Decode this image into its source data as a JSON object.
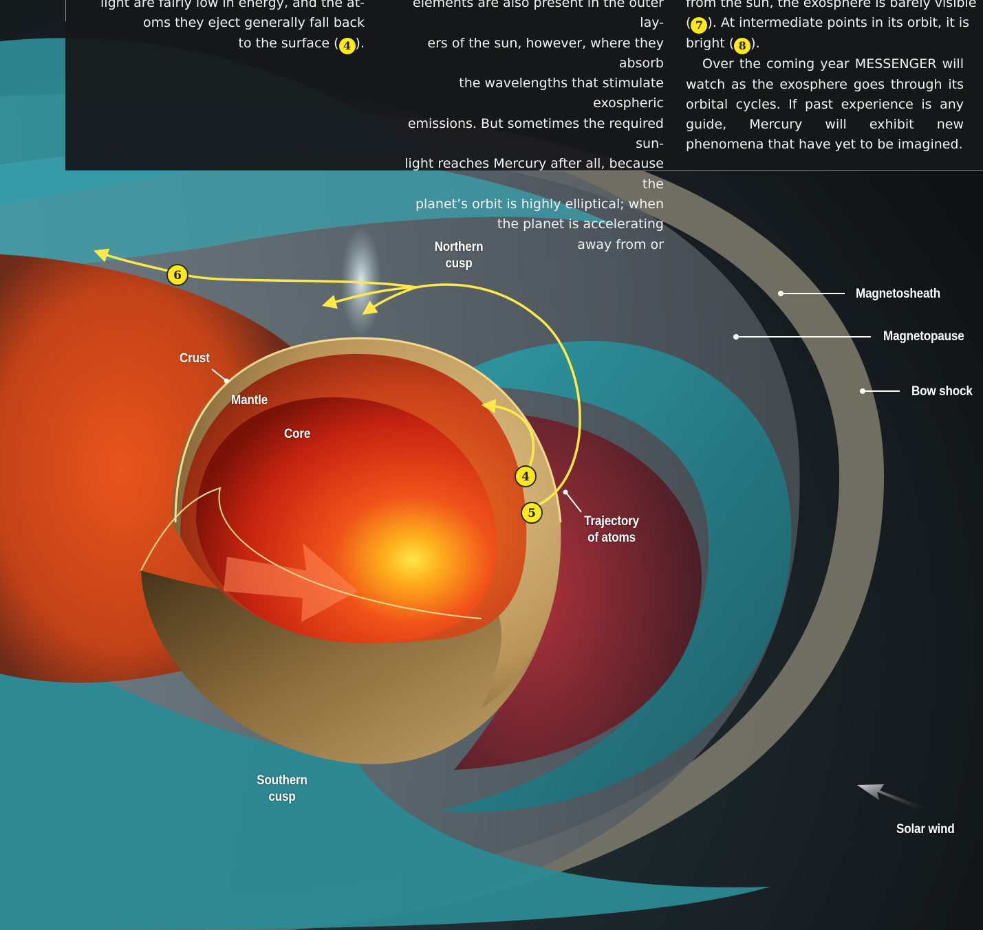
{
  "article": {
    "col1_top": "light are fairly low in energy, and the at-",
    "col1_mid": "oms they eject generally fall back",
    "col1_end_pre": "to the surface (",
    "col1_end_post": ").",
    "col2_lines": [
      "elements are also present in the outer lay-",
      "ers of the sun, however, where they absorb",
      "the wavelengths that stimulate exospheric",
      "emissions. But sometimes the required sun-",
      "light reaches Mercury after all, because the",
      "planet’s orbit is highly elliptical; when",
      "the planet is accelerating",
      "away from or"
    ],
    "col3_top": "from the sun, the exosphere is barely visible",
    "col3_l2_pre": "(",
    "col3_l2_post": "). At intermediate points in its orbit, it is",
    "col3_l3_pre": "bright (",
    "col3_l3_post": ").",
    "col3_para2": "Over the coming year MESSENGER will watch as the exosphere goes through its orbital cycles. If past experience is any guide, Mercury will exhibit new phenomena that have yet to be imagined."
  },
  "markers": {
    "m4_text": "4",
    "m5": "5",
    "m6": "6",
    "m7": "7",
    "m8": "8",
    "m4_path": "4"
  },
  "labels": {
    "northern_cusp": "Northern\ncusp",
    "southern_cusp": "Southern\ncusp",
    "crust": "Crust",
    "mantle": "Mantle",
    "core": "Core",
    "trajectory": "Trajectory\nof atoms",
    "magnetosheath": "Magnetosheath",
    "magnetopause": "Magnetopause",
    "bow_shock": "Bow shock",
    "solar_wind": "Solar wind"
  },
  "colors": {
    "marker": "#ffe81f",
    "trajectory": "#ffe84a",
    "background": "#111214"
  }
}
